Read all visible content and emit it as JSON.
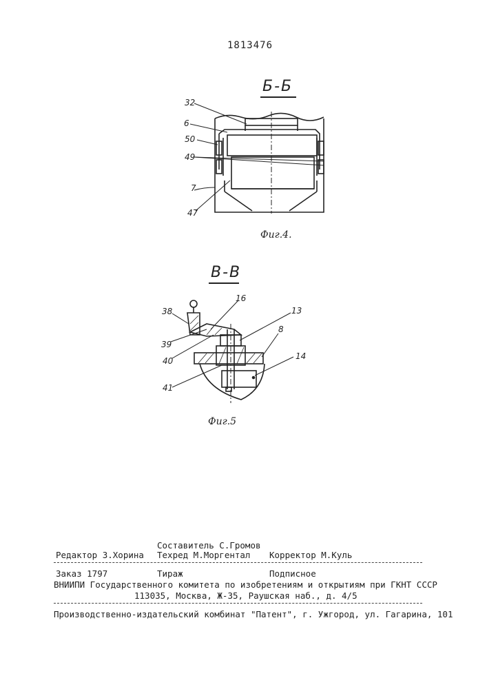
{
  "patent_number": "1813476",
  "figure4": {
    "section_title": "Б-Б",
    "caption": "Фиг.4.",
    "labels": {
      "l32": "32",
      "l6": "6",
      "l50": "50",
      "l49": "49",
      "l7": "7",
      "l47": "47"
    }
  },
  "figure5": {
    "section_title": "В-В",
    "caption": "Фиг.5",
    "labels": {
      "l38": "38",
      "l16": "16",
      "l13": "13",
      "l8": "8",
      "l39": "39",
      "l40": "40",
      "l14": "14",
      "l41": "41"
    }
  },
  "imprint": {
    "compiler": "Составитель С.Громов",
    "editor": "Редактор З.Хорина",
    "techred": "Техред М.Моргентал",
    "corrector": "Корректор М.Куль",
    "order": "Заказ 1797",
    "circulation": "Тираж",
    "subscription": "Подписное",
    "institute": "ВНИИПИ Государственного комитета по изобретениям и открытиям при ГКНТ СССР",
    "address": "113035, Москва, Ж-35, Раушская наб., д. 4/5",
    "publisher": "Производственно-издательский комбинат \"Патент\", г. Ужгород, ул. Гагарина, 101"
  }
}
